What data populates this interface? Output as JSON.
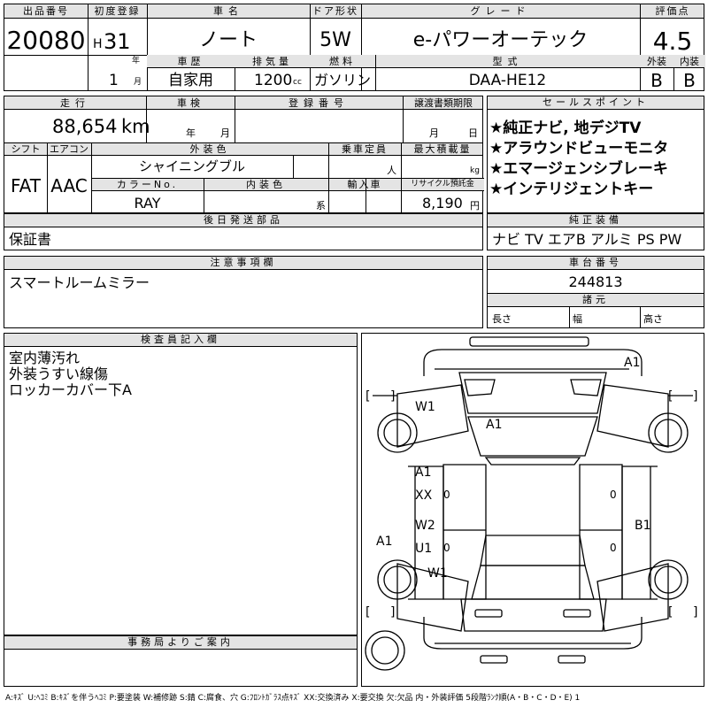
{
  "header": {
    "lot_no_label": "出品番号",
    "lot_no": "20080",
    "first_reg_label": "初度登録",
    "era": "H",
    "year": "31",
    "year_unit": "年",
    "month": "1",
    "month_unit": "月",
    "car_name_label": "車名",
    "car_name": "ノート",
    "door_label": "ドア形状",
    "door": "5W",
    "grade_label": "グレード",
    "grade": "e-パワーオーテック",
    "score_label": "評価点",
    "score": "4.5",
    "history_label": "車歴",
    "history": "自家用",
    "displacement_label": "排気量",
    "displacement": "1200",
    "displacement_unit": "cc",
    "fuel_label": "燃料",
    "fuel": "ガソリン",
    "model_label": "型式",
    "model": "DAA-HE12",
    "exterior_grade_label": "外装",
    "exterior_grade": "B",
    "interior_grade_label": "内装",
    "interior_grade": "B"
  },
  "details": {
    "mileage_label": "走行",
    "mileage": "88,654",
    "mileage_unit": "km",
    "inspection_label": "車検",
    "inspection_year_unit": "年",
    "inspection_month_unit": "月",
    "reg_no_label": "登録番号",
    "transfer_deadline_label": "譲渡書類期限",
    "transfer_month_unit": "月",
    "transfer_day_unit": "日",
    "shift_label": "シフト",
    "shift": "FAT",
    "ac_label": "エアコン",
    "ac": "AAC",
    "ext_color_label": "外装色",
    "ext_color": "シャイニングブル",
    "capacity_label": "乗車定員",
    "capacity_unit": "人",
    "max_load_label": "最大積載量",
    "max_load_unit": "kg",
    "color_no_label": "カラーNo.",
    "color_no": "RAY",
    "int_color_label": "内装色",
    "int_color_unit": "系",
    "import_label": "輸入車",
    "recycle_label": "リサイクル預託金",
    "recycle_fee": "8,190",
    "recycle_unit": "円"
  },
  "sales_points": {
    "label": "セールスポイント",
    "items": [
      "★純正ナビ, 地デジTV",
      "★アラウンドビューモニタ",
      "★エマージェンシブレーキ",
      "★インテリジェントキー"
    ]
  },
  "later_parts": {
    "label": "後日発送部品",
    "value": "保証書"
  },
  "genuine_equipment": {
    "label": "純正装備",
    "value": "ナビ TV エアB アルミ PS PW"
  },
  "notes": {
    "label": "注意事項欄",
    "value": "スマートルームミラー"
  },
  "chassis": {
    "label": "車台番号",
    "number": "244813",
    "specs_label": "諸元",
    "length_label": "長さ",
    "width_label": "幅",
    "height_label": "高さ"
  },
  "inspector": {
    "label": "検査員記入欄",
    "lines": [
      "室内薄汚れ",
      "外装うすい線傷",
      "ロッカーカバー下A"
    ]
  },
  "diagram_marks": {
    "m1": "A1",
    "m2": "W1",
    "m3": "A1",
    "m4": "A1",
    "m5": "XX",
    "m6": "W2",
    "m7": "U1",
    "m8": "B1",
    "m9": "A1",
    "m10": "W1",
    "zero": "0",
    "bracket_open": "[",
    "bracket_close": "]"
  },
  "office": {
    "label": "事務局よりご案内"
  },
  "legend": "A:ｷｽﾞ U:ﾍｺﾐ B:ｷｽﾞを伴うﾍｺﾐ P:要塗装 W:補修跡 S:錆 C:腐食、穴 G:ﾌﾛﾝﾄｶﾞﾗｽ点ｷｽﾞ XX:交換済み X:要交換 欠:欠品 内・外装評価 5段階ﾗﾝｸ順(A・B・C・D・E) 1"
}
